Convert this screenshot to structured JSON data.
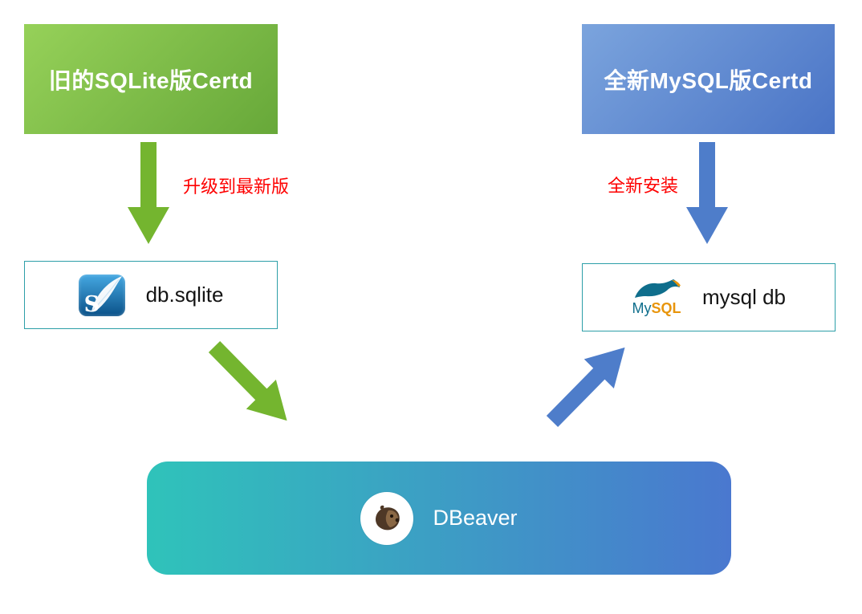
{
  "colors": {
    "green_from": "#96d159",
    "green_to": "#67a839",
    "blue_from": "#7ba4dd",
    "blue_to": "#4a74c6",
    "arrow_green": "#74b52f",
    "arrow_blue": "#4e7dca",
    "label_red": "#fe0000",
    "box_border": "#2d9fa8",
    "dbeaver_from": "#2fc3ba",
    "dbeaver_to": "#4a78cf",
    "sqlite_from": "#45a8e2",
    "sqlite_to": "#0a5188",
    "mysql_blue": "#0f6e8c",
    "mysql_orange": "#e8950c",
    "beaver_dark": "#4e3826",
    "beaver_light": "#8a6845"
  },
  "nodes": {
    "old_certd": {
      "label": "旧的SQLite版Certd"
    },
    "new_certd": {
      "label": "全新MySQL版Certd"
    },
    "sqlite_db": {
      "label": "db.sqlite"
    },
    "mysql_db": {
      "label": "mysql db"
    },
    "dbeaver": {
      "label": "DBeaver"
    }
  },
  "edges": {
    "upgrade": {
      "label": "升级到最新版"
    },
    "fresh_install": {
      "label": "全新安装"
    }
  },
  "icons": {
    "sqlite_letter": "S",
    "mysql_wordmark_my": "My",
    "mysql_wordmark_sql": "SQL"
  }
}
